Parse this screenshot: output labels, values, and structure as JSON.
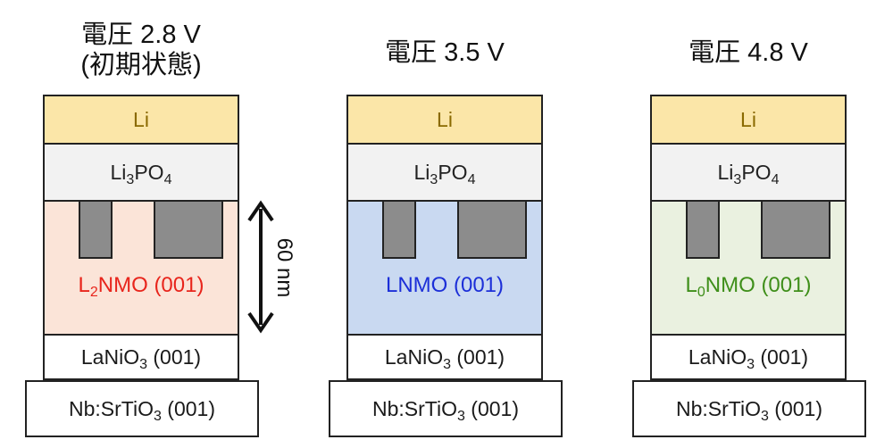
{
  "colors": {
    "li": "#fbe6a8",
    "li3po4": "#f2f2f2",
    "cathode_1": "#fbe4d8",
    "cathode_2": "#c9d9f1",
    "cathode_3": "#eaf1e0",
    "label_1": "#e8251c",
    "label_2": "#1c2fd8",
    "label_3": "#3f8f1a",
    "block": "#8c8c8c"
  },
  "stacks": [
    {
      "title_line1": "電圧 2.8 V",
      "title_line2": "(初期状態)",
      "li": "Li",
      "electrolyte": {
        "base": "Li",
        "sub1": "3",
        "mid": "PO",
        "sub2": "4"
      },
      "cathode": {
        "pre": "L",
        "sub": "2",
        "post": "NMO (001)"
      },
      "lanio3": {
        "pre": "LaNiO",
        "sub": "3",
        "post": " (001)"
      },
      "substrate": {
        "pre": "Nb:SrTiO",
        "sub": "3",
        "post": " (001)"
      }
    },
    {
      "title_line1": "電圧 3.5 V",
      "li": "Li",
      "electrolyte": {
        "base": "Li",
        "sub1": "3",
        "mid": "PO",
        "sub2": "4"
      },
      "cathode": {
        "pre": "LNMO (001)"
      },
      "lanio3": {
        "pre": "LaNiO",
        "sub": "3",
        "post": " (001)"
      },
      "substrate": {
        "pre": "Nb:SrTiO",
        "sub": "3",
        "post": " (001)"
      }
    },
    {
      "title_line1": "電圧 4.8 V",
      "li": "Li",
      "electrolyte": {
        "base": "Li",
        "sub1": "3",
        "mid": "PO",
        "sub2": "4"
      },
      "cathode": {
        "pre": "L",
        "sub": "0",
        "post": "NMO (001)"
      },
      "lanio3": {
        "pre": "LaNiO",
        "sub": "3",
        "post": " (001)"
      },
      "substrate": {
        "pre": "Nb:SrTiO",
        "sub": "3",
        "post": " (001)"
      }
    }
  ],
  "thickness_label": "60 nm"
}
